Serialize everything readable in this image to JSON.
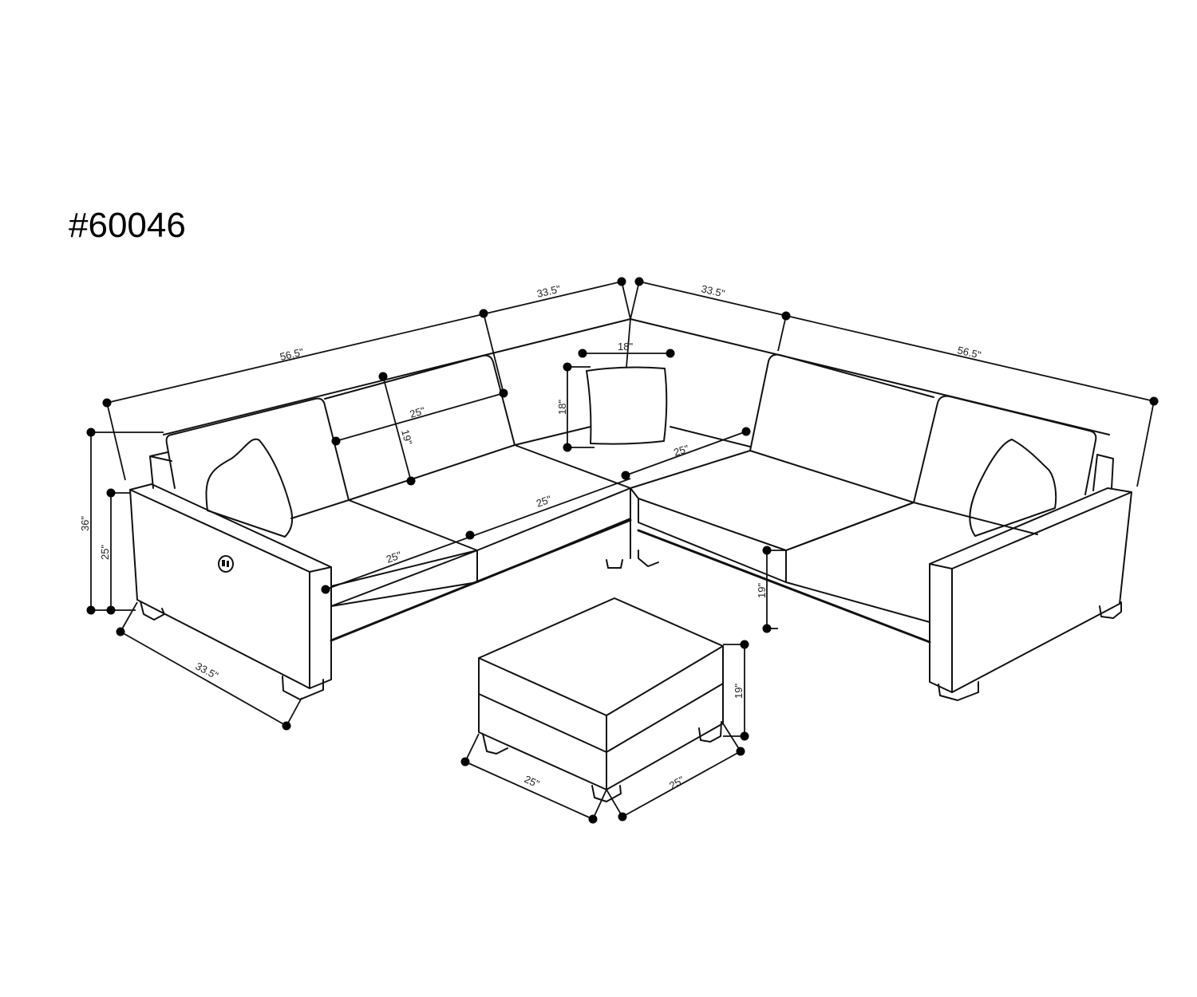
{
  "diagram": {
    "model_number": "#60046",
    "subject": "L-shaped sectional sofa with ottoman, line drawing with dimensions",
    "stroke_color": "#111111",
    "background": "#ffffff",
    "dimensions": {
      "back_left_total": "56.5\"",
      "back_left_corner": "33.5\"",
      "back_right_corner": "33.5\"",
      "back_right_total": "56.5\"",
      "pillow_width": "18\"",
      "pillow_height": "18\"",
      "back_cushion_width": "25\"",
      "back_cushion_height": "19\"",
      "corner_seat_width": "25\"",
      "seat_width_left": "25\"",
      "seat_width_mid": "25\"",
      "overall_height": "36\"",
      "arm_height": "25\"",
      "depth": "33.5\"",
      "seat_height": "19\"",
      "ottoman_height": "19\"",
      "ottoman_width": "25\"",
      "ottoman_depth": "25\""
    }
  }
}
